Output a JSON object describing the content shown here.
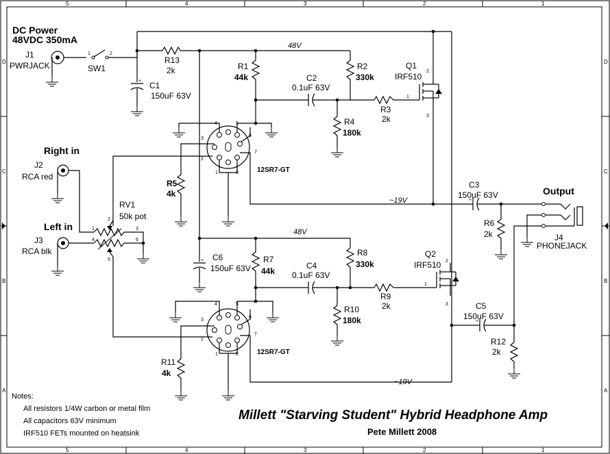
{
  "frame": {
    "cols": [
      "5",
      "4",
      "3",
      "2",
      "1"
    ],
    "rows": [
      "D",
      "C",
      "B",
      "A"
    ]
  },
  "power": {
    "heading": "DC Power",
    "spec": "48VDC 350mA",
    "j1_ref": "J1",
    "j1_value": "PWRJACK",
    "sw1_ref": "SW1",
    "sw_pin1": "1",
    "sw_pin2": "2",
    "c1_ref": "C1",
    "c1_value": "150uF 63V",
    "r13_ref": "R13",
    "r13_value": "2k"
  },
  "top": {
    "rail_voltage": "48V",
    "cathode_voltage": "~19V",
    "r1_ref": "R1",
    "r1_value": "44k",
    "r2_ref": "R2",
    "r2_value": "330k",
    "c2_ref": "C2",
    "c2_value": "0.1uF 63V",
    "r3_ref": "R3",
    "r3_value": "2k",
    "r4_ref": "R4",
    "r4_value": "180k",
    "r5_ref": "R5",
    "r5_value": "4k",
    "q1_ref": "Q1",
    "q1_part": "IRF510",
    "q1_pin_gate": "1",
    "q1_pin_drain": "2",
    "q1_pin_source": "3",
    "tube_type": "12SR7-GT",
    "tube_pins": {
      "p1": "1",
      "p2": "2",
      "p3": "3",
      "p4": "4",
      "p5": "5",
      "p6": "6",
      "p7": "7",
      "p8": "8"
    }
  },
  "inputs": {
    "right_heading": "Right in",
    "j2_ref": "J2",
    "j2_value": "RCA red",
    "left_heading": "Left in",
    "j3_ref": "J3",
    "j3_value": "RCA blk",
    "rv1_ref": "RV1",
    "rv1_value": "50k pot",
    "rv1_pins": {
      "p1": "1",
      "p2": "2",
      "p3": "3",
      "p4": "4",
      "p5": "5",
      "p6": "6"
    }
  },
  "bottom": {
    "rail_voltage": "48V",
    "cathode_voltage": "~19V",
    "c6_ref": "C6",
    "c6_value": "150uF 63V",
    "r7_ref": "R7",
    "r7_value": "44k",
    "r8_ref": "R8",
    "r8_value": "330k",
    "c4_ref": "C4",
    "c4_value": "0.1uF 63V",
    "r9_ref": "R9",
    "r9_value": "2k",
    "r10_ref": "R10",
    "r10_value": "180k",
    "r11_ref": "R11",
    "r11_value": "4k",
    "q2_ref": "Q2",
    "q2_part": "IRF510",
    "q2_pin_gate": "1",
    "q2_pin_drain": "2",
    "q2_pin_source": "3",
    "tube_type": "12SR7-GT",
    "tube_pins": {
      "p1": "1",
      "p2": "2",
      "p3": "3",
      "p4": "4",
      "p5": "5",
      "p6": "6",
      "p7": "7",
      "p8": "8"
    }
  },
  "output": {
    "heading": "Output",
    "c3_ref": "C3",
    "c3_value": "150uF 63V",
    "r6_ref": "R6",
    "r6_value": "2k",
    "c5_ref": "C5",
    "c5_value": "150uF 63V",
    "r12_ref": "R12",
    "r12_value": "2k",
    "j4_ref": "J4",
    "j4_value": "PHONEJACK"
  },
  "notes": {
    "heading": "Notes:",
    "items": [
      "All resistors 1/4W carbon or metal film",
      "All capacitors 63V minimum",
      "IRF510 FETs mounted on heatsink"
    ]
  },
  "title_block": {
    "title": "Millett \"Starving Student\" Hybrid Headphone Amp",
    "author": "Pete Millett 2008"
  }
}
